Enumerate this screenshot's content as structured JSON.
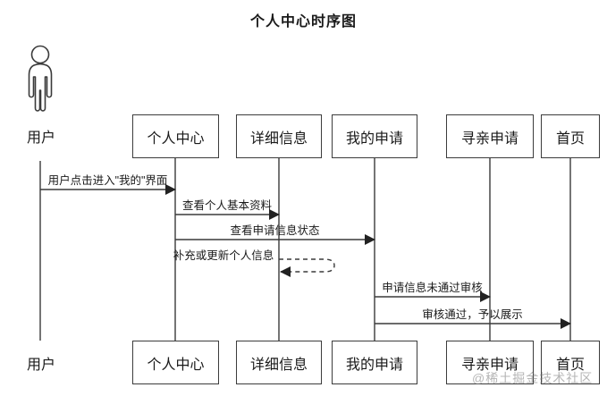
{
  "title": "个人中心时序图",
  "actor": {
    "label": "用户"
  },
  "participants": [
    {
      "label": "个人中心"
    },
    {
      "label": "详细信息"
    },
    {
      "label": "我的申请"
    },
    {
      "label": "寻亲申请"
    },
    {
      "label": "首页"
    }
  ],
  "messages": [
    {
      "text": "用户点击进入\"我的\"界面",
      "from": "用户",
      "to": "个人中心",
      "style": "solid"
    },
    {
      "text": "查看个人基本资料",
      "from": "个人中心",
      "to": "详细信息",
      "style": "solid"
    },
    {
      "text": "查看申请信息状态",
      "from": "个人中心",
      "to": "我的申请",
      "style": "solid"
    },
    {
      "text": "补充或更新个人信息",
      "from": "详细信息",
      "to": "详细信息",
      "style": "dashed-self"
    },
    {
      "text": "申请信息未通过审核",
      "from": "我的申请",
      "to": "寻亲申请",
      "style": "solid"
    },
    {
      "text": "审核通过，予以展示",
      "from": "我的申请",
      "to": "首页",
      "style": "solid"
    }
  ],
  "watermark": "@稀土掘金技术社区",
  "colors": {
    "line": "#3a3a3a",
    "text": "#1a1a1a",
    "background": "#ffffff",
    "watermark_gray": "#9e9e9e"
  }
}
